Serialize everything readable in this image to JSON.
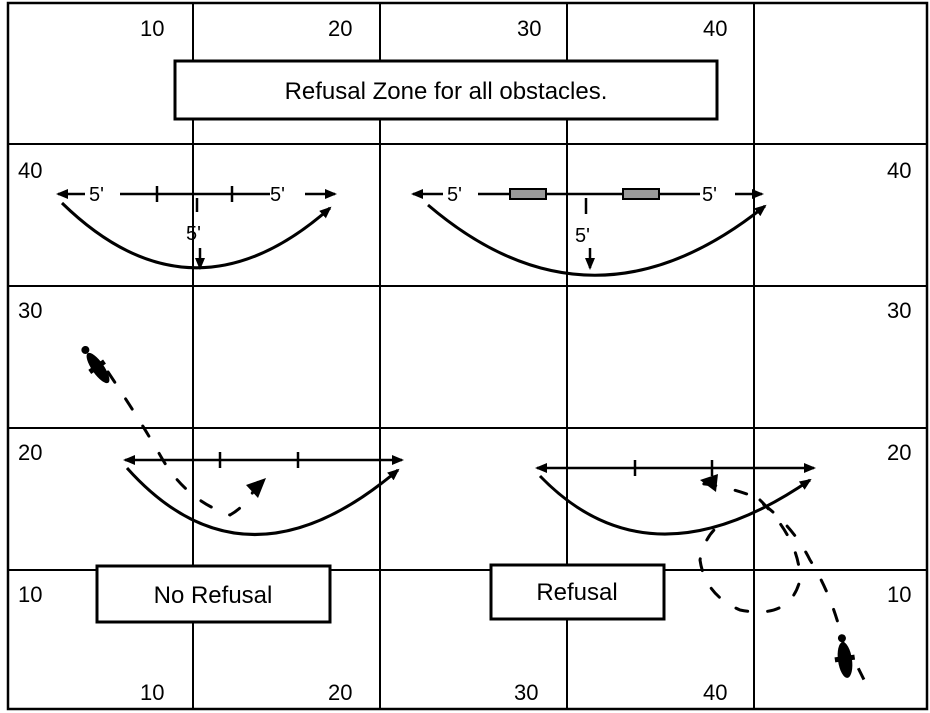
{
  "diagram": {
    "title": "Refusal Zone for all obstacles.",
    "grid_labels": {
      "top": [
        "10",
        "20",
        "30",
        "40"
      ],
      "bottom": [
        "10",
        "20",
        "30",
        "40"
      ],
      "left": [
        "40",
        "30",
        "20",
        "10"
      ],
      "right": [
        "40",
        "30",
        "20",
        "10"
      ]
    },
    "dimension_label": "5'",
    "no_refusal_label": "No Refusal",
    "refusal_label": "Refusal"
  }
}
